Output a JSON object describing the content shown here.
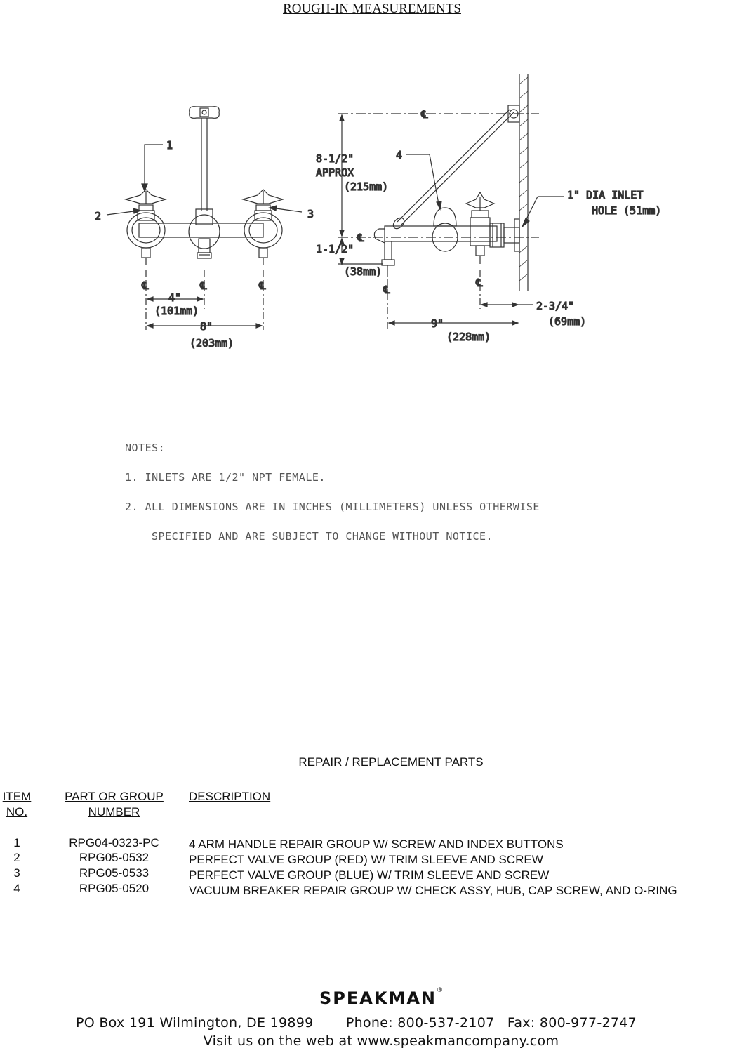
{
  "title": "ROUGH-IN MEASUREMENTS",
  "front_view": {
    "callouts": [
      "1",
      "2",
      "3"
    ],
    "centerline": "℄",
    "dim_4": "4\"",
    "dim_4_mm": "(101mm)",
    "dim_8": "8\"",
    "dim_8_mm": "(203mm)"
  },
  "side_view": {
    "callout_4": "4",
    "height_in": "8-1/2\"",
    "height_approx": "APPROX",
    "height_mm": "(215mm)",
    "spout_in": "1-1/2\"",
    "spout_mm": "(38mm)",
    "inlet_line1": "1\" DIA INLET",
    "inlet_line2": "HOLE (51mm)",
    "dim_9": "9\"",
    "dim_9_mm": "(228mm)",
    "dim_234": "2-3/4\"",
    "dim_234_mm": "(69mm)"
  },
  "notes": {
    "heading": "NOTES:",
    "n1": "1.  INLETS ARE 1/2\" NPT FEMALE.",
    "n2a": "2.  ALL DIMENSIONS ARE IN INCHES (MILLIMETERS) UNLESS OTHERWISE",
    "n2b": "SPECIFIED AND ARE SUBJECT TO CHANGE WITHOUT NOTICE."
  },
  "parts": {
    "title": "REPAIR / REPLACEMENT PARTS",
    "header": {
      "item_1": "ITEM",
      "item_2": "NO.",
      "part_1": "PART OR GROUP",
      "part_2": "NUMBER",
      "desc": "DESCRIPTION"
    },
    "rows": [
      {
        "item": "1",
        "part": "RPG04-0323-PC",
        "desc": "4 ARM HANDLE REPAIR GROUP W/ SCREW AND INDEX BUTTONS"
      },
      {
        "item": "2",
        "part": "RPG05-0532",
        "desc": "PERFECT VALVE GROUP (RED) W/ TRIM SLEEVE AND SCREW"
      },
      {
        "item": "3",
        "part": "RPG05-0533",
        "desc": "PERFECT VALVE GROUP (BLUE) W/ TRIM SLEEVE AND SCREW"
      },
      {
        "item": "4",
        "part": "RPG05-0520",
        "desc": "VACUUM BREAKER REPAIR GROUP W/ CHECK ASSY, HUB, CAP SCREW, AND O-RING"
      }
    ]
  },
  "footer": {
    "brand": "SPEAKMAN",
    "reg": "®",
    "address": "PO Box 191 Wilmington, DE 19899",
    "phone": "Phone: 800-537-2107",
    "fax": "Fax: 800-977-2747",
    "web": "Visit us on the web at www.speakmancompany.com"
  }
}
